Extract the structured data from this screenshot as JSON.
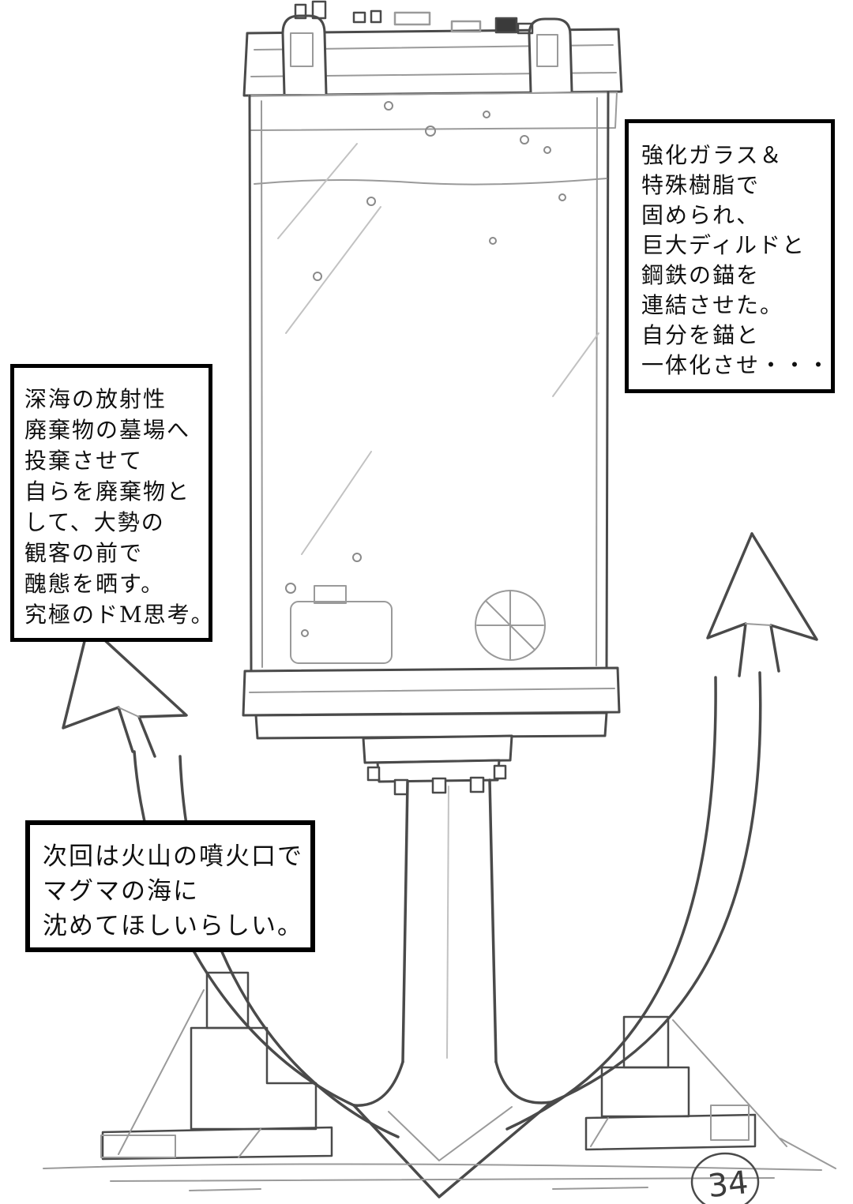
{
  "page": {
    "number": "34"
  },
  "colors": {
    "paper": "#ffffff",
    "ink": "#0f0f0f",
    "sketch": "#4a4a4a",
    "sketch_light": "#9a9a9a"
  },
  "captions": {
    "right": {
      "lines": [
        "強化ガラス＆",
        "特殊樹脂で",
        "固められ、",
        "巨大ディルドと",
        "鋼鉄の錨を",
        "連結させた。",
        "自分を錨と",
        "一体化させ・・・"
      ]
    },
    "left": {
      "lines": [
        "深海の放射性",
        "廃棄物の墓場へ",
        "投棄させて",
        "自らを廃棄物と",
        "して、大勢の",
        "観客の前で",
        "醜態を晒す。",
        "究極のドM思考。"
      ]
    },
    "bottom": {
      "lines": [
        "次回は火山の噴火口で",
        "マグマの海に",
        "沈めてほしいらしい。"
      ]
    }
  },
  "illustration": {
    "subject": "glass tank mounted on a large steel anchor, pencil sketch",
    "page_number_style": "handwritten, circled"
  }
}
